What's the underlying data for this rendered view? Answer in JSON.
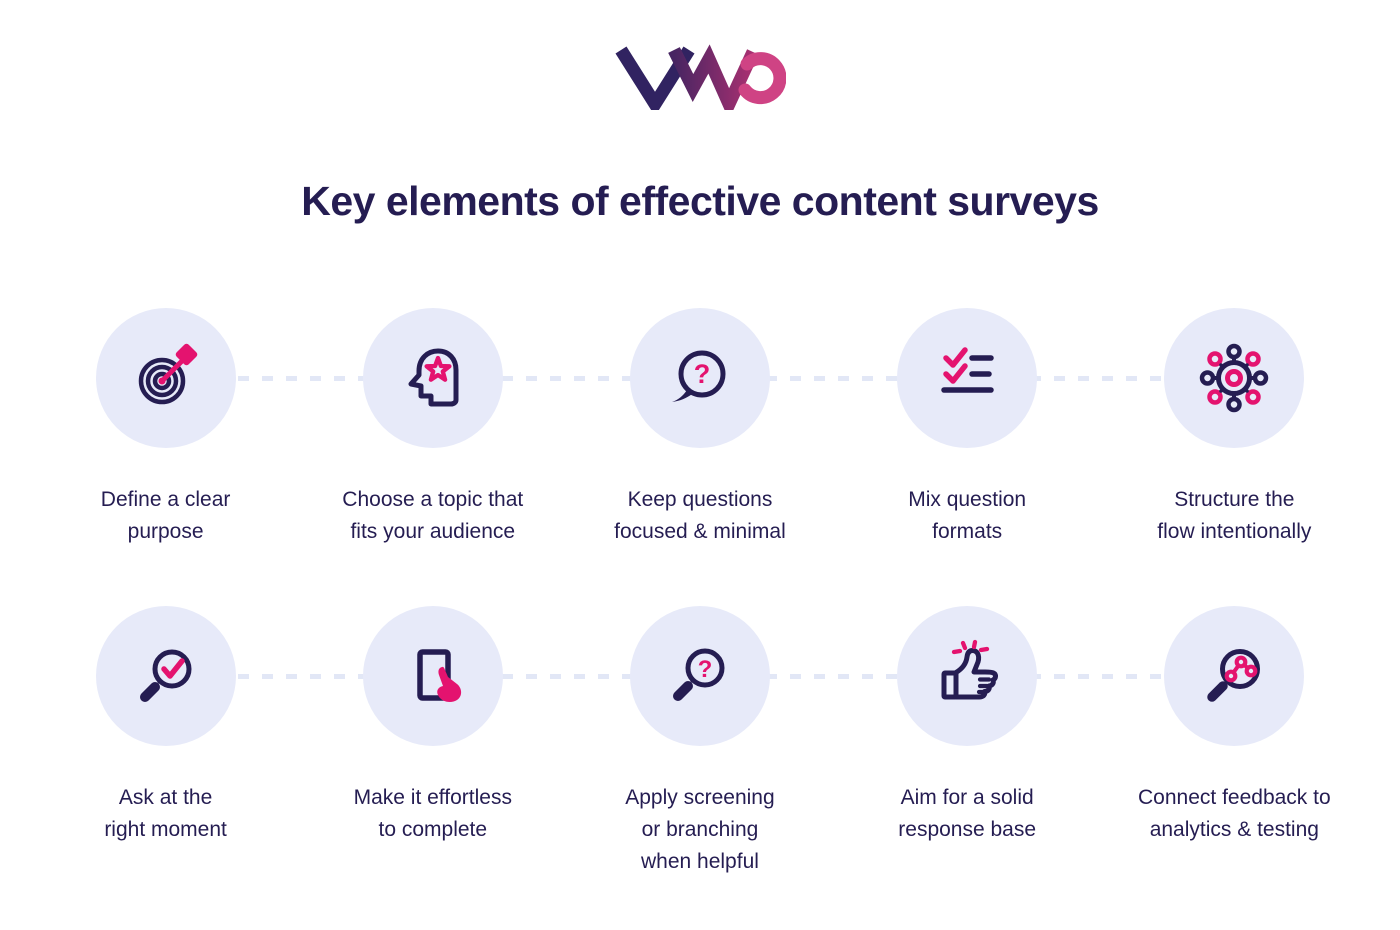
{
  "logo": {
    "text": "VWO"
  },
  "title": "Key elements of effective content surveys",
  "colors": {
    "navy": "#251d52",
    "pink": "#e4136f",
    "circle_bg": "#e7eaf9",
    "connector_dash": "#e2e7f6",
    "logo_v": "#312361",
    "logo_w_gradient": [
      "#472562",
      "#a93071"
    ],
    "logo_o": "#cf4384",
    "background": "#ffffff"
  },
  "icon_glyphs": {
    "question_mark": "?"
  },
  "grid": {
    "rows": [
      {
        "items": [
          {
            "icon": "target-dart-icon",
            "lines": [
              "Define a clear",
              "purpose"
            ]
          },
          {
            "icon": "head-star-icon",
            "lines": [
              "Choose a topic that",
              "fits your audience"
            ]
          },
          {
            "icon": "speech-question-icon",
            "lines": [
              "Keep questions",
              "focused & minimal"
            ]
          },
          {
            "icon": "checklist-icon",
            "lines": [
              "Mix question",
              "formats"
            ]
          },
          {
            "icon": "network-hub-icon",
            "lines": [
              "Structure the",
              "flow intentionally"
            ]
          }
        ]
      },
      {
        "items": [
          {
            "icon": "search-check-icon",
            "lines": [
              "Ask at the",
              "right moment"
            ]
          },
          {
            "icon": "tablet-tap-icon",
            "lines": [
              "Make it effortless",
              "to complete"
            ]
          },
          {
            "icon": "search-question-icon",
            "lines": [
              "Apply screening",
              "or branching",
              "when helpful"
            ]
          },
          {
            "icon": "thumbs-up-icon",
            "lines": [
              "Aim for a solid",
              "response base"
            ]
          },
          {
            "icon": "search-analytics-icon",
            "lines": [
              "Connect feedback to",
              "analytics & testing"
            ]
          }
        ]
      }
    ]
  }
}
